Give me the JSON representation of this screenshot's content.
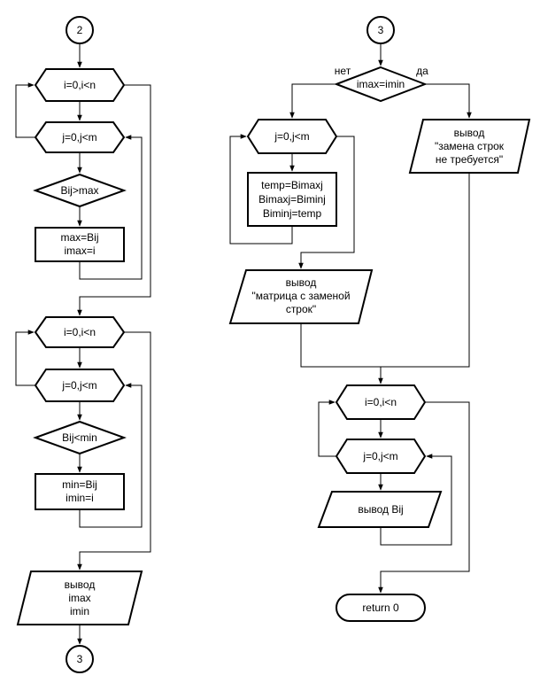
{
  "connectors": {
    "c2_top": "2",
    "c3_bottom_left": "3",
    "c3_top_right": "3"
  },
  "left": {
    "loop_i_1": "i=0,i<n",
    "loop_j_1": "j=0,j<m",
    "cond_max": "Bij>max",
    "assign_max": [
      "max=Bij",
      "imax=i"
    ],
    "loop_i_2": "i=0,i<n",
    "loop_j_2": "j=0,j<m",
    "cond_min": "Bij<min",
    "assign_min": [
      "min=Bij",
      "imin=i"
    ],
    "output": [
      "вывод",
      "imax",
      "imin"
    ]
  },
  "right": {
    "cond_equal": "imax=imin",
    "branch_no": "нет",
    "branch_yes": "да",
    "output_no_swap": [
      "вывод",
      "\"замена строк",
      "не требуется\""
    ],
    "loop_j_swap": "j=0,j<m",
    "swap": [
      "temp=Bimaxj",
      "Bimaxj=Biminj",
      "Biminj=temp"
    ],
    "output_swapped": [
      "вывод",
      "\"матрица с заменой",
      "строк\""
    ],
    "loop_i_print": "i=0,i<n",
    "loop_j_print": "j=0,j<m",
    "output_bij": "вывод Bij",
    "terminator": "return 0"
  }
}
